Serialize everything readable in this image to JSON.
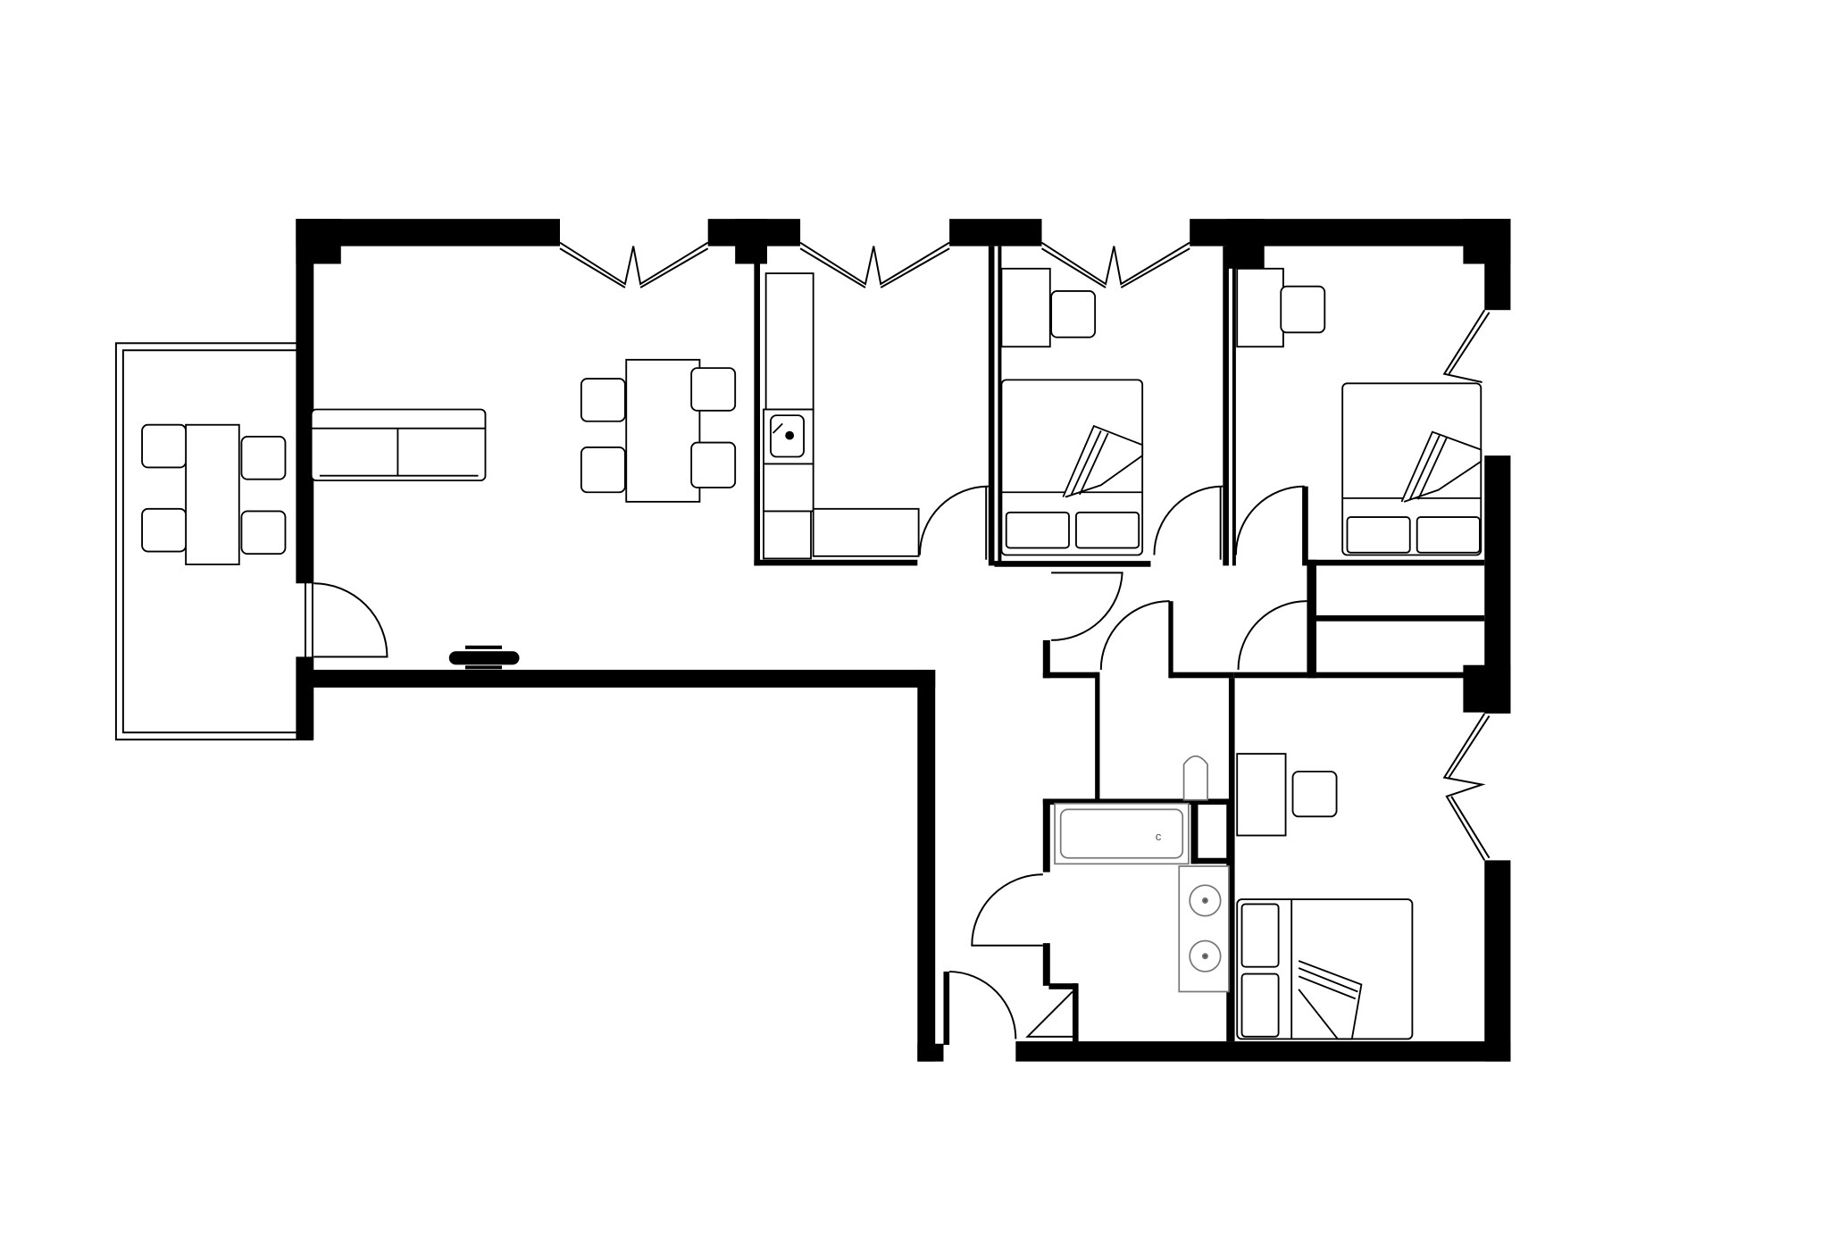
{
  "diagram": {
    "type": "floor-plan",
    "colors": {
      "background": "#ffffff",
      "wall": "#000000",
      "fixture": "#000000",
      "appliance_outline": "#777777"
    },
    "rooms": [
      "living-dining",
      "kitchen",
      "bedroom-1",
      "bedroom-2",
      "bedroom-3",
      "bathroom",
      "wc",
      "hallway",
      "cupboard-1",
      "cupboard-2",
      "balcony"
    ],
    "furniture": [
      "sofa",
      "dining-table",
      "dining-chair",
      "balcony-table",
      "balcony-chair",
      "kitchen-counter",
      "kitchen-sink",
      "double-bed",
      "desk",
      "desk-chair",
      "bathtub",
      "toilet",
      "washbasin",
      "radiator"
    ]
  }
}
